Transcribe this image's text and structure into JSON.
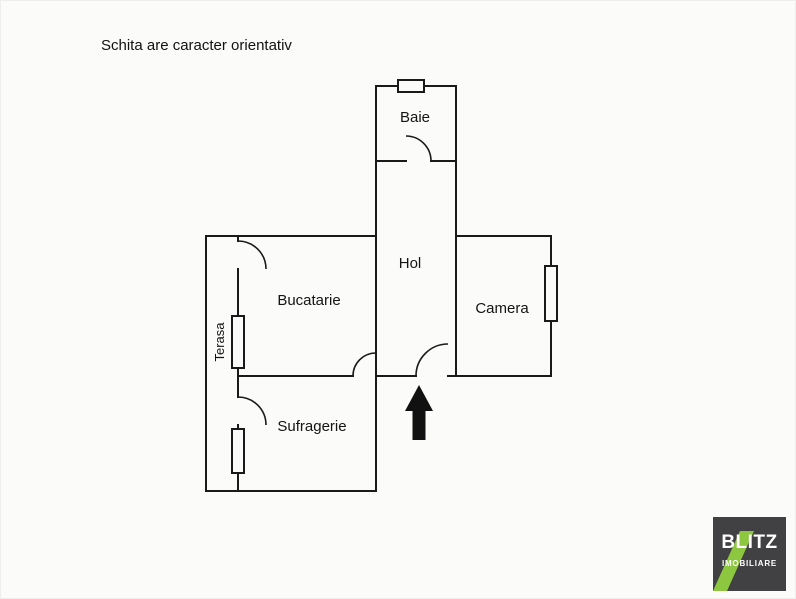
{
  "page": {
    "background": "#fbfbf9"
  },
  "disclaimer": "Schita are caracter orientativ",
  "floorplan": {
    "wall_color": "#1a1a1a",
    "arrow_color": "#111111",
    "rooms": [
      {
        "id": "baie",
        "label": "Baie"
      },
      {
        "id": "hol",
        "label": "Hol"
      },
      {
        "id": "bucatarie",
        "label": "Bucatarie"
      },
      {
        "id": "camera",
        "label": "Camera"
      },
      {
        "id": "sufragerie",
        "label": "Sufragerie"
      },
      {
        "id": "terasa",
        "label": "Terasa"
      }
    ]
  },
  "logo": {
    "line1": "BLITZ",
    "line2": "IMOBILIARE",
    "background": "#414042",
    "accent": "#8dc63f",
    "text_color": "#ffffff"
  }
}
